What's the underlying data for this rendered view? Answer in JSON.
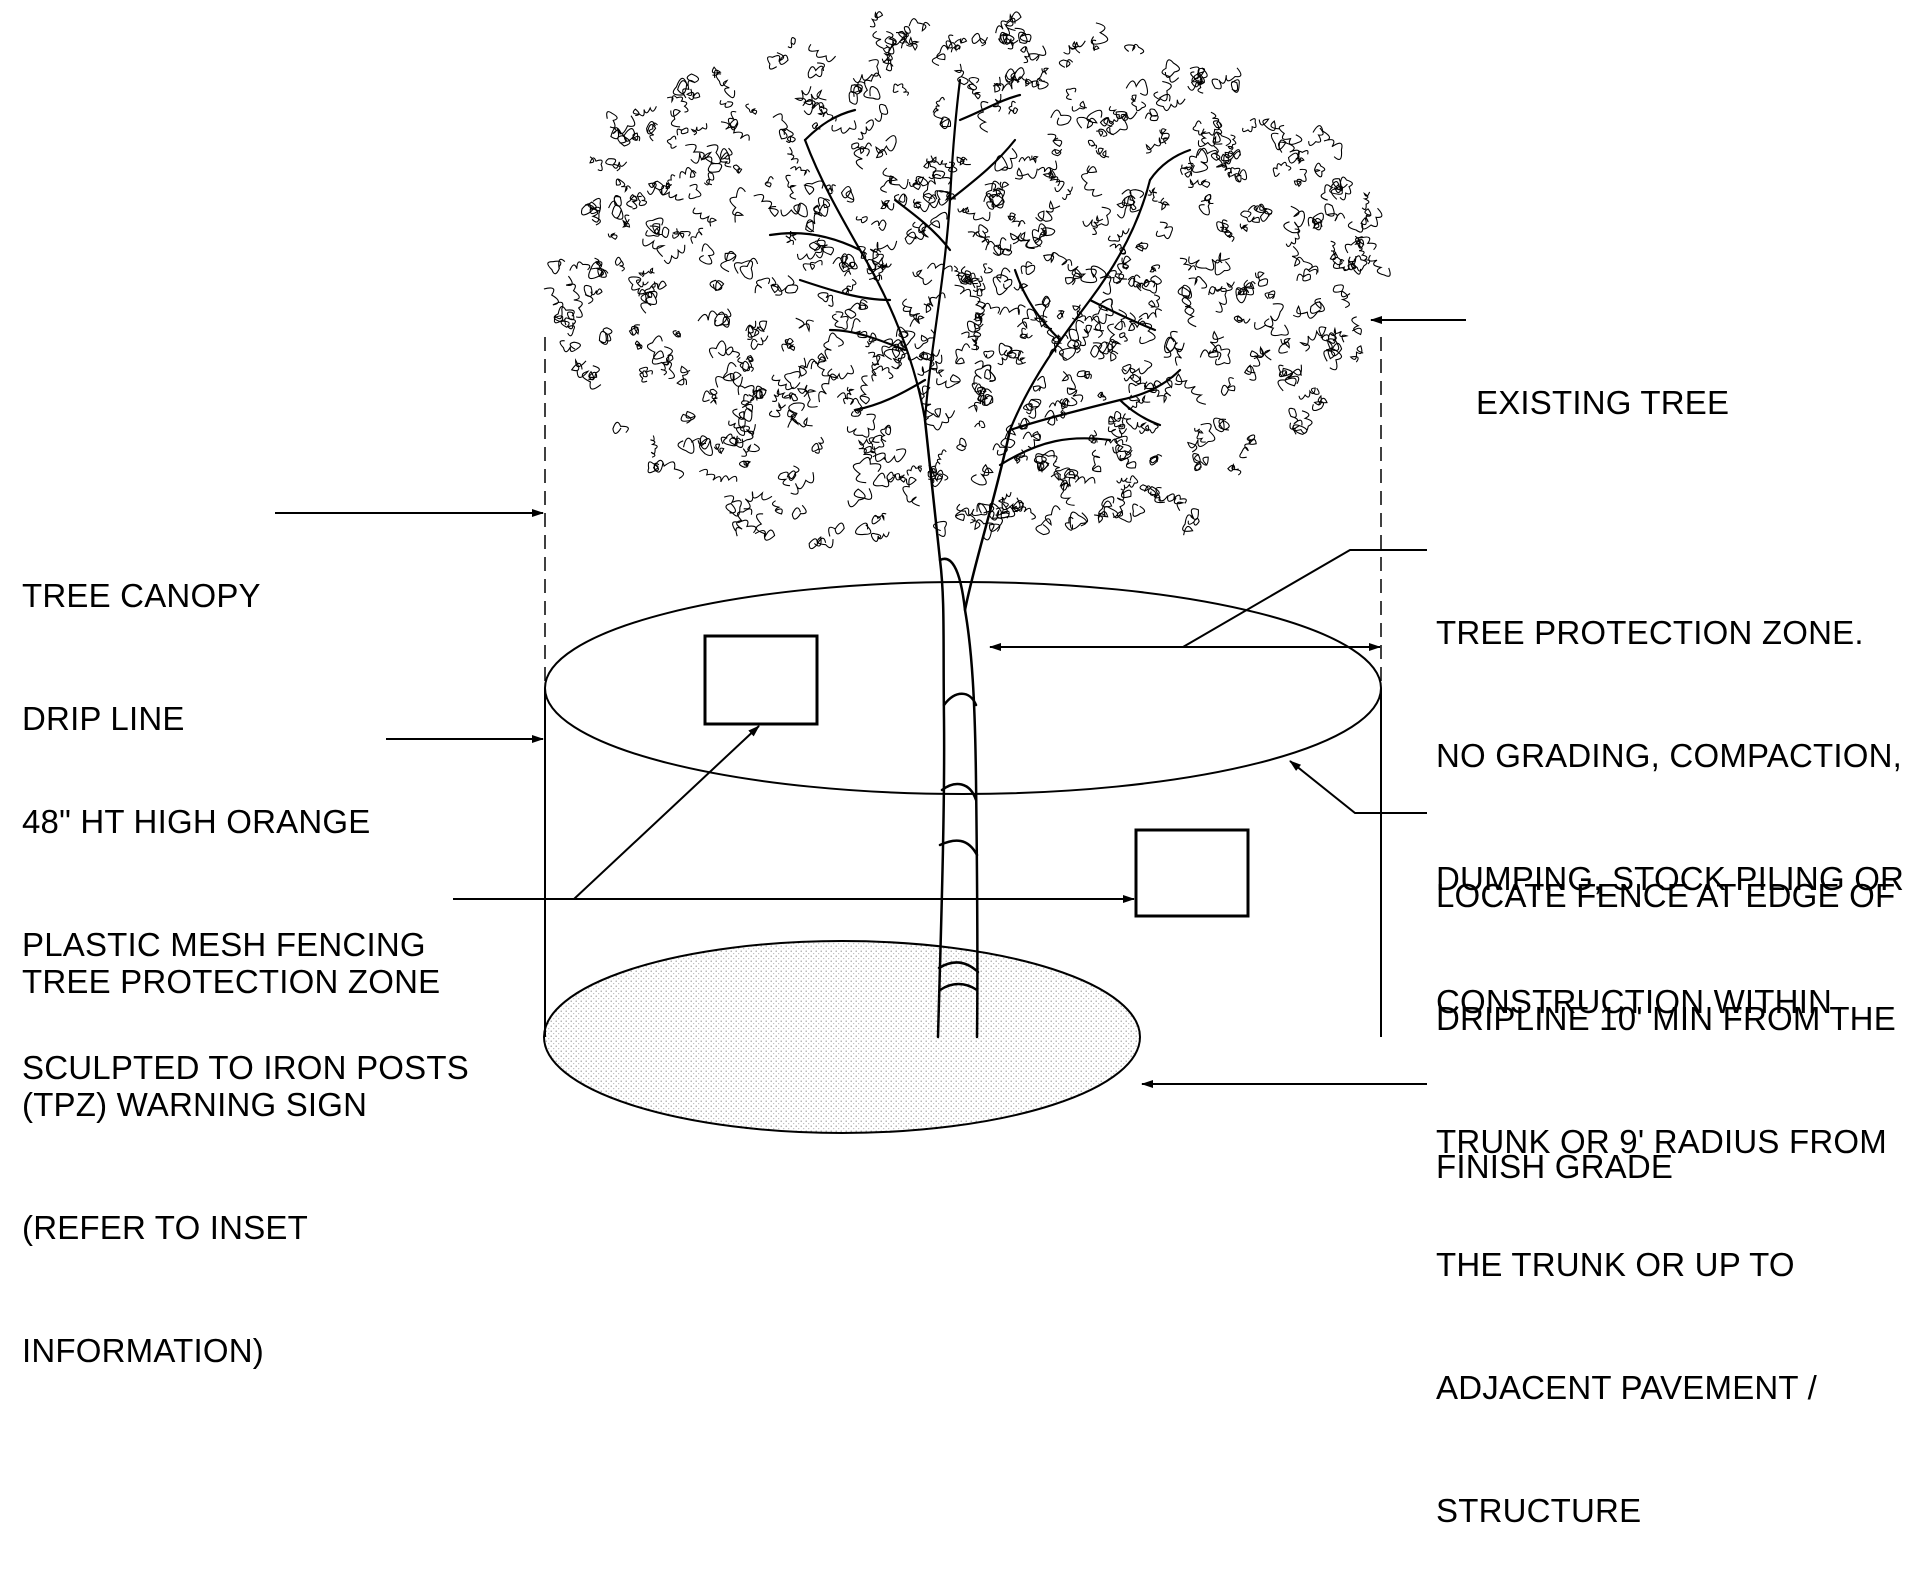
{
  "diagram": {
    "labels": {
      "existing_tree": [
        "EXISTING TREE"
      ],
      "canopy_drip_line": [
        "TREE CANOPY",
        "DRIP LINE"
      ],
      "tpz_note": [
        "TREE PROTECTION ZONE.",
        "NO GRADING, COMPACTION,",
        "DUMPING, STOCK PILING OR",
        "CONSTRUCTION WITHIN"
      ],
      "fencing": [
        "48\" HT HIGH ORANGE",
        "PLASTIC MESH FENCING",
        "SCULPTED TO IRON POSTS"
      ],
      "locate_fence": [
        "LOCATE FENCE AT EDGE OF",
        "DRIPLINE 10' MIN FROM THE",
        "TRUNK OR 9' RADIUS FROM",
        "THE TRUNK OR UP TO",
        "ADJACENT PAVEMENT /",
        "STRUCTURE"
      ],
      "warning_sign": [
        "TREE PROTECTION ZONE",
        "(TPZ) WARNING SIGN",
        "(REFER TO INSET",
        "INFORMATION)"
      ],
      "finish_grade": [
        "FINISH GRADE"
      ]
    },
    "colors": {
      "line": "#000000",
      "background": "#ffffff",
      "grade_stipple": "#b8b8b8"
    }
  }
}
